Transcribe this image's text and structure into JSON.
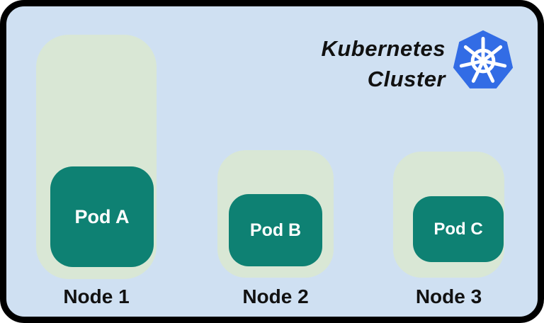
{
  "title": {
    "line1": "Kubernetes",
    "line2": "Cluster"
  },
  "logo": {
    "name": "kubernetes-helm-wheel",
    "color": "#326ce5"
  },
  "nodes": [
    {
      "label": "Node 1",
      "pod": {
        "label": "Pod A"
      }
    },
    {
      "label": "Node 2",
      "pod": {
        "label": "Pod B"
      }
    },
    {
      "label": "Node 3",
      "pod": {
        "label": "Pod C"
      }
    }
  ],
  "colors": {
    "frame": "#000000",
    "cluster_bg": "#cfe0f2",
    "node_bg": "#d9e7d5",
    "pod_bg": "#0e8173",
    "pod_text": "#ffffff",
    "label_text": "#111111",
    "logo_blue": "#326ce5"
  }
}
